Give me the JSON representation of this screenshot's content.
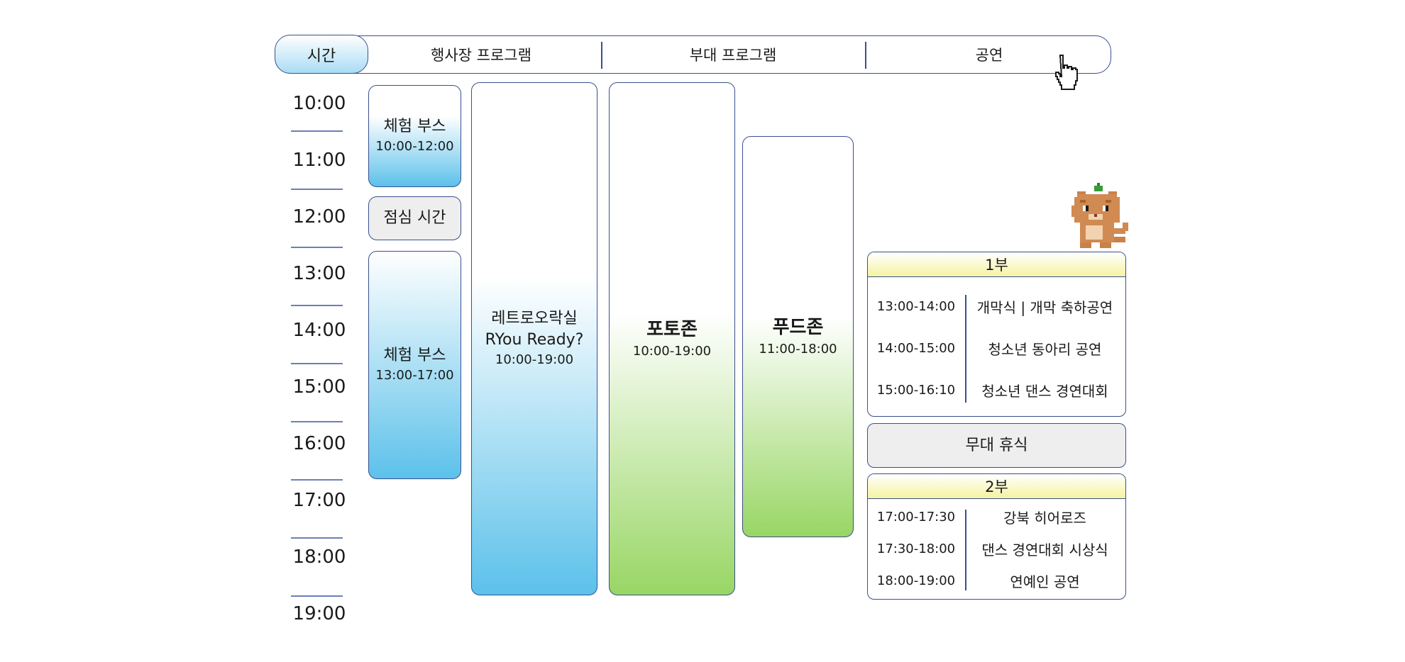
{
  "header": {
    "time_label": "시간",
    "columns": [
      "행사장 프로그램",
      "부대 프로그램",
      "공연"
    ]
  },
  "times": [
    "10:00",
    "11:00",
    "12:00",
    "13:00",
    "14:00",
    "15:00",
    "16:00",
    "17:00",
    "18:00",
    "19:00"
  ],
  "venue_program": {
    "booth_am": {
      "title": "체험 부스",
      "time": "10:00-12:00"
    },
    "lunch": {
      "title": "점심 시간"
    },
    "booth_pm": {
      "title": "체험 부스",
      "time": "13:00-17:00"
    },
    "retro": {
      "title1": "레트로오락실",
      "title2": "RYou Ready?",
      "time": "10:00-19:00"
    }
  },
  "side_program": {
    "photo": {
      "title": "포토존",
      "time": "10:00-19:00"
    },
    "food": {
      "title": "푸드존",
      "time": "11:00-18:00"
    }
  },
  "performance": {
    "part1": {
      "title": "1부",
      "rows": [
        {
          "time": "13:00-14:00",
          "name": "개막식 | 개막 축하공연"
        },
        {
          "time": "14:00-15:00",
          "name": "청소년 동아리 공연"
        },
        {
          "time": "15:00-16:10",
          "name": "청소년 댄스 경연대회"
        }
      ]
    },
    "break": {
      "title": "무대 휴식"
    },
    "part2": {
      "title": "2부",
      "rows": [
        {
          "time": "17:00-17:30",
          "name": "강북 히어로즈"
        },
        {
          "time": "17:30-18:00",
          "name": "댄스 경연대회 시상식"
        },
        {
          "time": "18:00-19:00",
          "name": "연예인 공연"
        }
      ]
    }
  },
  "colors": {
    "border": "#3a4f8e",
    "blue": "#5cc1ea",
    "green": "#98d664",
    "yellow": "#f6f3a0",
    "gray": "#eeeeee"
  },
  "icons": {
    "cursor": "hand-pointer-icon",
    "mascot": "pixel-cat-mascot-icon"
  }
}
